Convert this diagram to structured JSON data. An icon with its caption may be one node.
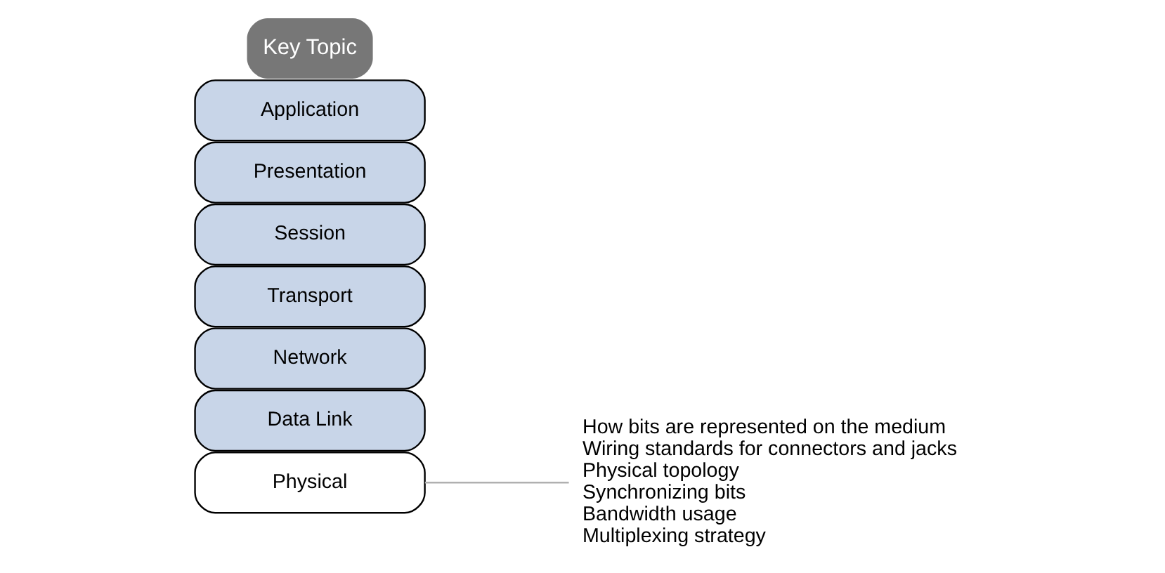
{
  "diagram": {
    "nodes": [
      {
        "text": [
          "Application"
        ]
      },
      {
        "text": [
          "Presentation"
        ]
      },
      {
        "text": [
          "Session"
        ]
      },
      {
        "text": [
          "Transport"
        ]
      },
      {
        "text": [
          "Network"
        ]
      },
      {
        "text": [
          "Data Link"
        ]
      },
      {
        "text": [
          "Physical"
        ]
      },
      {
        "text": [
          "How bits are represented on the medium",
          "Wiring standards for connectors and jacks",
          "Physical topology",
          "Synchronizing bits",
          "Bandwidth usage",
          "Multiplexing strategy"
        ]
      }
    ],
    "edges": [
      {
        "from": 6,
        "to": 7,
        "arrow": "none",
        "color": "#b0b0b0"
      }
    ],
    "labels": [
      "Key Topic"
    ]
  }
}
